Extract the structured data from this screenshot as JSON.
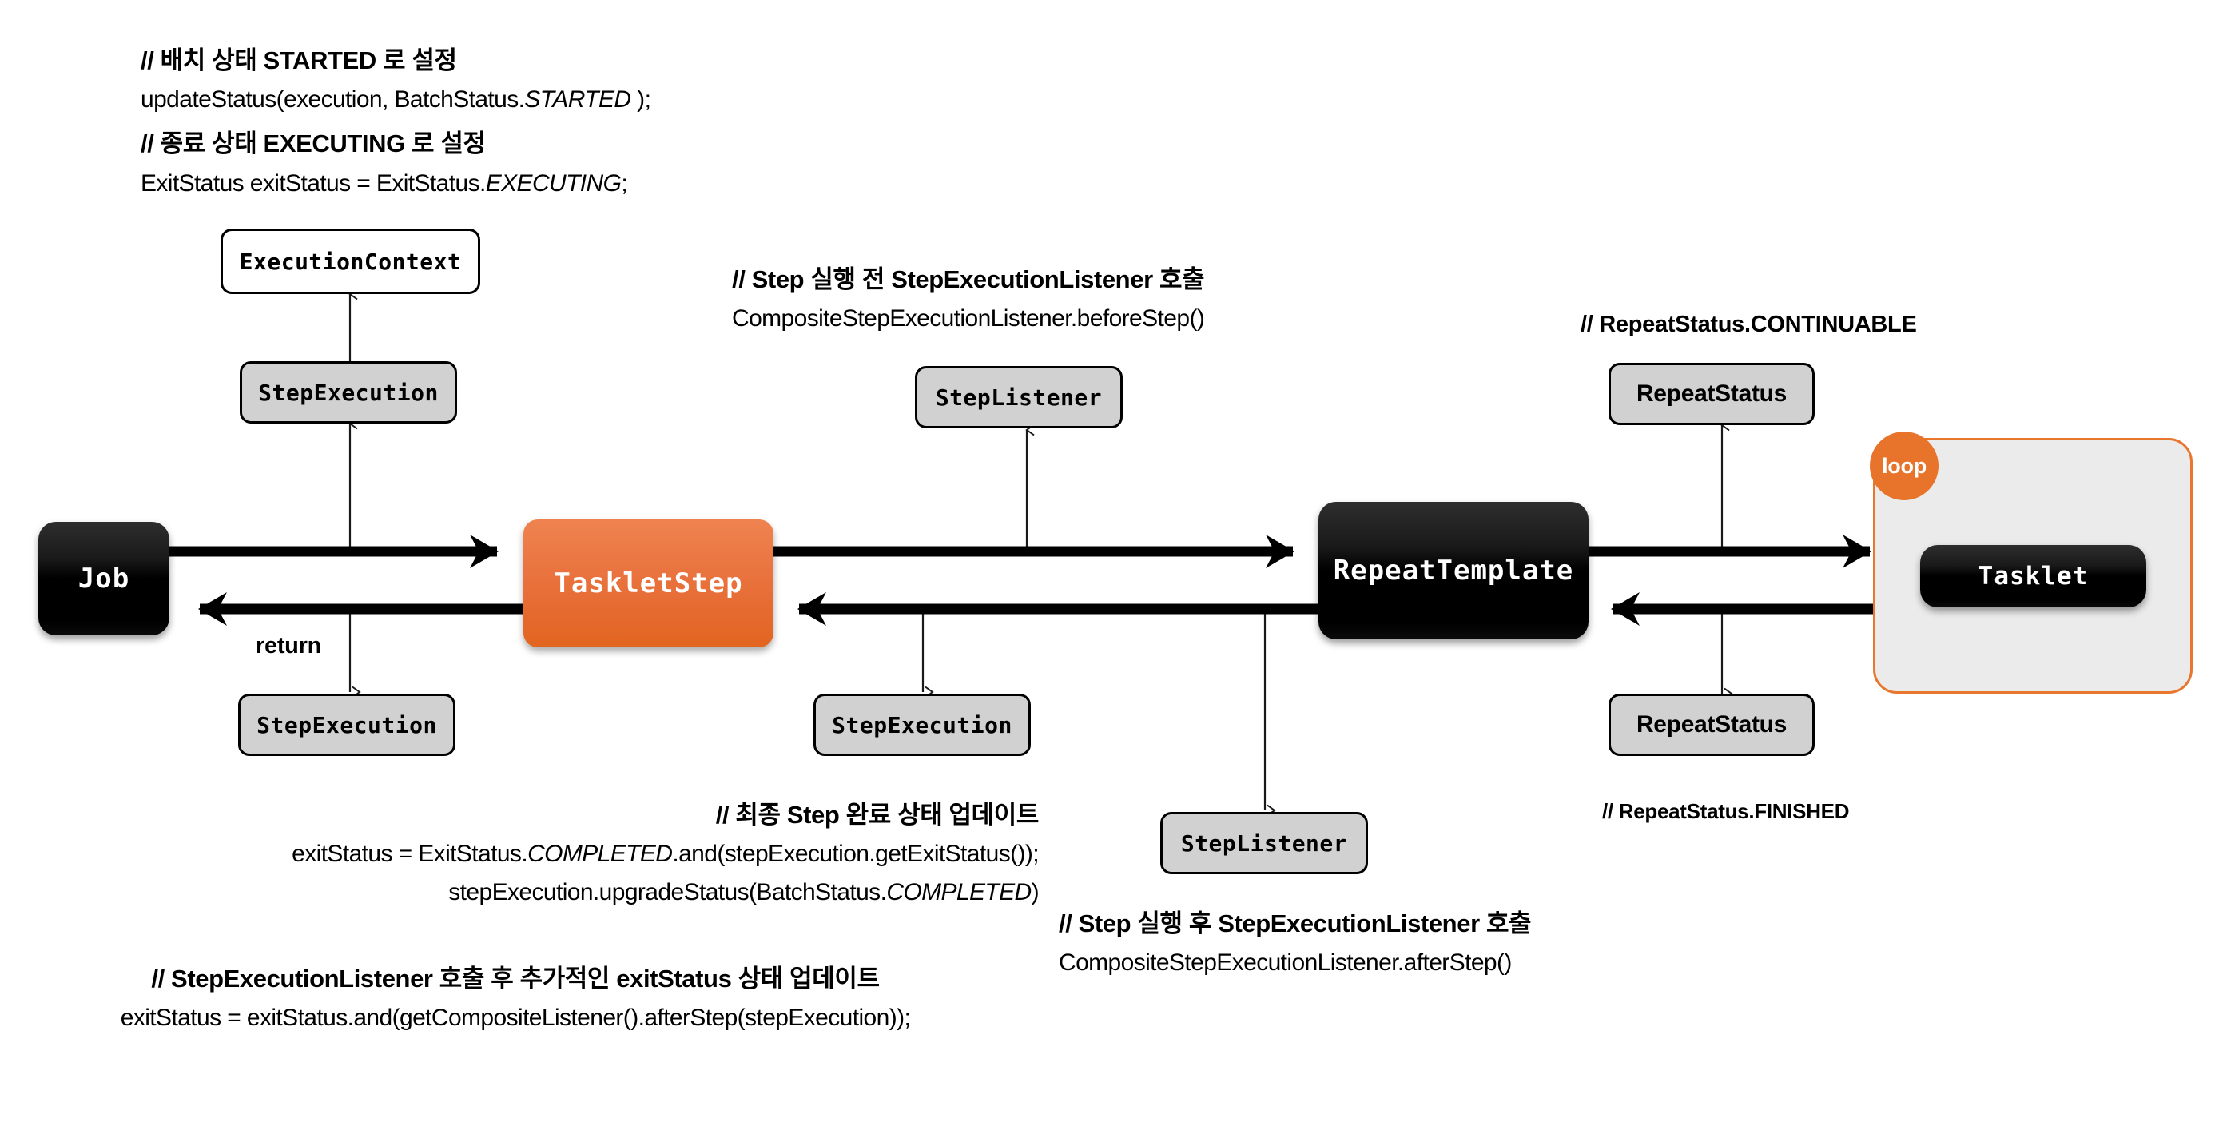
{
  "nodes": {
    "job": "Job",
    "tasklet_step": "TaskletStep",
    "repeat_template": "RepeatTemplate",
    "tasklet": "Tasklet",
    "execution_context": "ExecutionContext",
    "step_execution_top_left": "StepExecution",
    "step_execution_bottom_left": "StepExecution",
    "step_listener_top": "StepListener",
    "step_execution_mid": "StepExecution",
    "step_listener_bottom": "StepListener",
    "repeat_status_top": "RepeatStatus",
    "repeat_status_bottom": "RepeatStatus",
    "loop_badge": "loop"
  },
  "edge_labels": {
    "return": "return"
  },
  "notes": {
    "top_left": {
      "header1": "// 배치 상태 STARTED 로 설정",
      "code1_pre": "updateStatus(execution, BatchStatus.",
      "code1_em": "STARTED",
      "code1_post": " );",
      "header2": "// 종료 상태 EXECUTING 로 설정",
      "code2_pre": "ExitStatus exitStatus = ExitStatus.",
      "code2_em": "EXECUTING",
      "code2_post": ";"
    },
    "before_step": {
      "header": "// Step 실행 전 StepExecutionListener 호출",
      "code": "CompositeStepExecutionListener.beforeStep()"
    },
    "after_step": {
      "header": "// Step 실행 후 StepExecutionListener 호출",
      "code": "CompositeStepExecutionListener.afterStep()"
    },
    "repeat_continuable": "// RepeatStatus.CONTINUABLE",
    "repeat_finished": "// RepeatStatus.FINISHED",
    "final_update": {
      "header": "// 최종 Step 완료 상태 업데이트",
      "code1_pre": "exitStatus = ExitStatus.",
      "code1_em": "COMPLETED",
      "code1_post": ".and(stepExecution.getExitStatus());",
      "code2_pre": "stepExecution.upgradeStatus(BatchStatus.",
      "code2_em": "COMPLETED",
      "code2_post": ")"
    },
    "listener_update": {
      "header": "// StepExecutionListener 호출 후 추가적인 exitStatus 상태 업데이트",
      "code": "exitStatus = exitStatus.and(getCompositeListener().afterStep(stepExecution));"
    }
  },
  "colors": {
    "accent_orange": "#e8742c",
    "tasklet_step_orange": "#e56a30",
    "dark_node": "#000000",
    "gray_node": "#d1d1d1",
    "loop_fill": "#ebebeb",
    "background": "#ffffff"
  }
}
